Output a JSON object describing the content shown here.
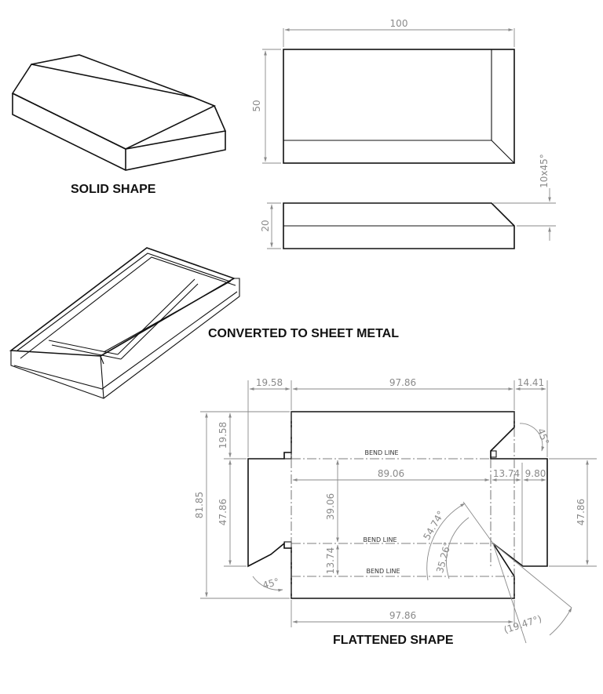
{
  "captions": {
    "solid": "SOLID SHAPE",
    "sheet": "CONVERTED TO SHEET METAL",
    "flat": "FLATTENED SHAPE"
  },
  "top_view": {
    "width": "100",
    "height": "50",
    "chamfer": "10x45°"
  },
  "side_view": {
    "height": "20"
  },
  "flat": {
    "top_left": "19.58",
    "top_mid": "97.86",
    "top_right": "14.41",
    "left_small": "19.58",
    "left_total": "81.85",
    "left_mid": "47.86",
    "center_h": "89.06",
    "center_r1": "13.74",
    "center_r2": "9.80",
    "right_h": "47.86",
    "center_v": "39.06",
    "lower_v": "13.74",
    "bottom": "97.86",
    "ang_tr": "45°",
    "ang_bl": "45°",
    "ang_a": "54.74°",
    "ang_b": "35.26°",
    "ang_c": "(19.47°)",
    "bend1": "BEND LINE",
    "bend2": "BEND LINE",
    "bend3": "BEND LINE"
  }
}
